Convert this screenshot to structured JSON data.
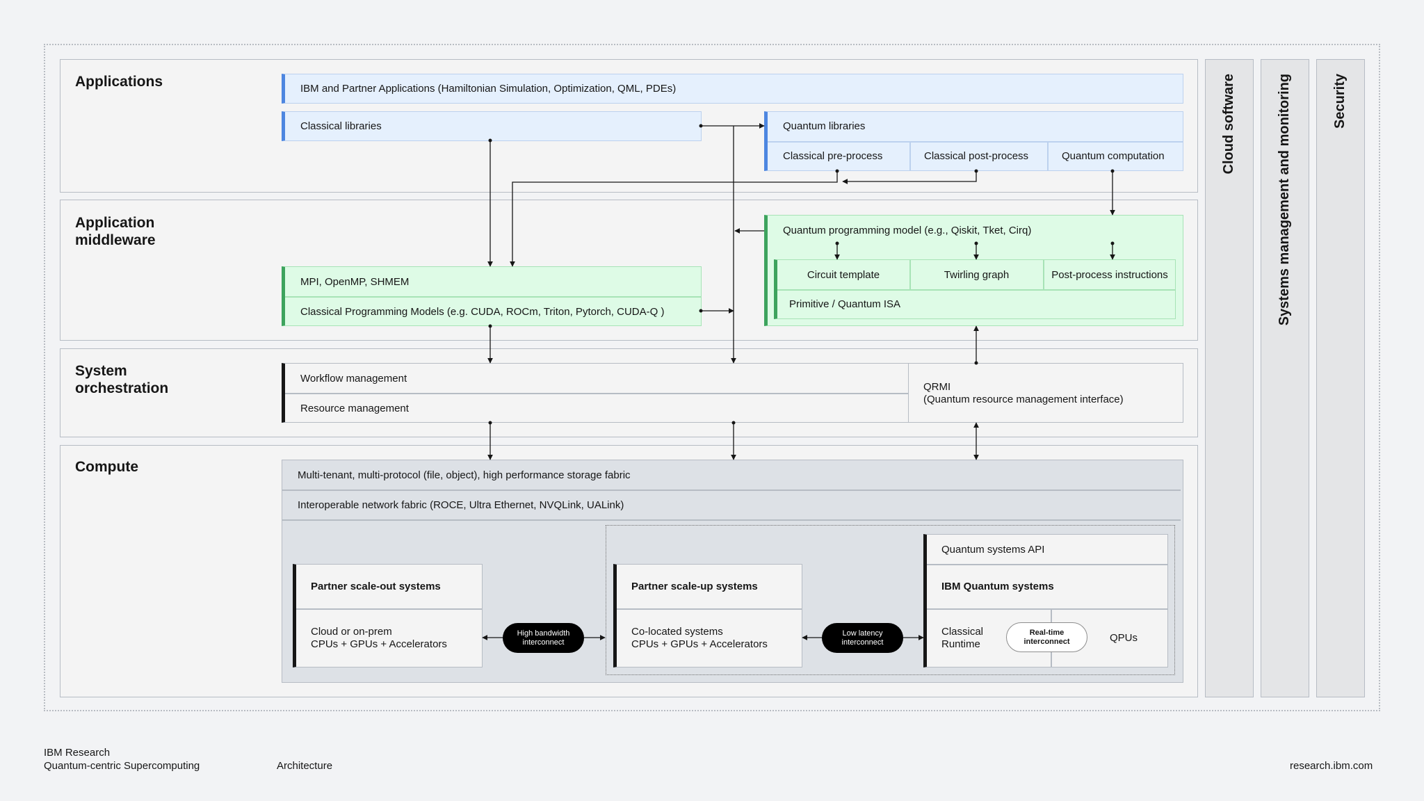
{
  "layers": {
    "applications": "Applications",
    "middleware": "Application\nmiddleware",
    "orchestration": "System\norchestration",
    "compute": "Compute"
  },
  "side": {
    "cloud": "Cloud software",
    "systems": "Systems management and monitoring",
    "security": "Security"
  },
  "apps": {
    "ibm_partner": "IBM and Partner Applications (Hamiltonian Simulation, Optimization, QML, PDEs)",
    "classical_libraries": "Classical libraries",
    "quantum_libraries": "Quantum libraries",
    "pre_process": "Classical pre-process",
    "post_process": "Classical post-process",
    "quantum_computation": "Quantum computation"
  },
  "middleware": {
    "qpm": "Quantum programming model (e.g., Qiskit, Tket, Cirq)",
    "circuit_template": "Circuit template",
    "twirling_graph": "Twirling graph",
    "post_process_instructions": "Post-process instructions",
    "primitive_isa": "Primitive / Quantum ISA",
    "mpi": "MPI, OpenMP, SHMEM",
    "classical_models": "Classical Programming Models (e.g. CUDA, ROCm, Triton, Pytorch, CUDA-Q )"
  },
  "orchestration": {
    "workflow": "Workflow management",
    "resource": "Resource management",
    "qrmi_line1": "QRMI",
    "qrmi_line2": "(Quantum resource management interface)"
  },
  "compute": {
    "storage": "Multi-tenant, multi-protocol (file, object), high performance storage fabric",
    "network": "Interoperable network fabric (ROCE, Ultra Ethernet, NVQLink, UALink)",
    "scale_out_title": "Partner scale-out systems",
    "scale_out_l1": "Cloud or on-prem",
    "scale_out_l2": "CPUs + GPUs + Accelerators",
    "high_bw_l1": "High bandwidth",
    "high_bw_l2": "interconnect",
    "scale_up_title": "Partner scale-up systems",
    "scale_up_l1": "Co-located systems",
    "scale_up_l2": "CPUs + GPUs + Accelerators",
    "low_lat_l1": "Low latency",
    "low_lat_l2": "interconnect",
    "qs_api": "Quantum systems API",
    "ibm_quantum": "IBM Quantum systems",
    "classical_l1": "Classical",
    "classical_l2": "Runtime",
    "rt_l1": "Real-time",
    "rt_l2": "interconnect",
    "qpus": "QPUs"
  },
  "footer": {
    "org": "IBM Research",
    "sub": "Quantum-centric Supercomputing",
    "section": "Architecture",
    "url": "research.ibm.com"
  }
}
